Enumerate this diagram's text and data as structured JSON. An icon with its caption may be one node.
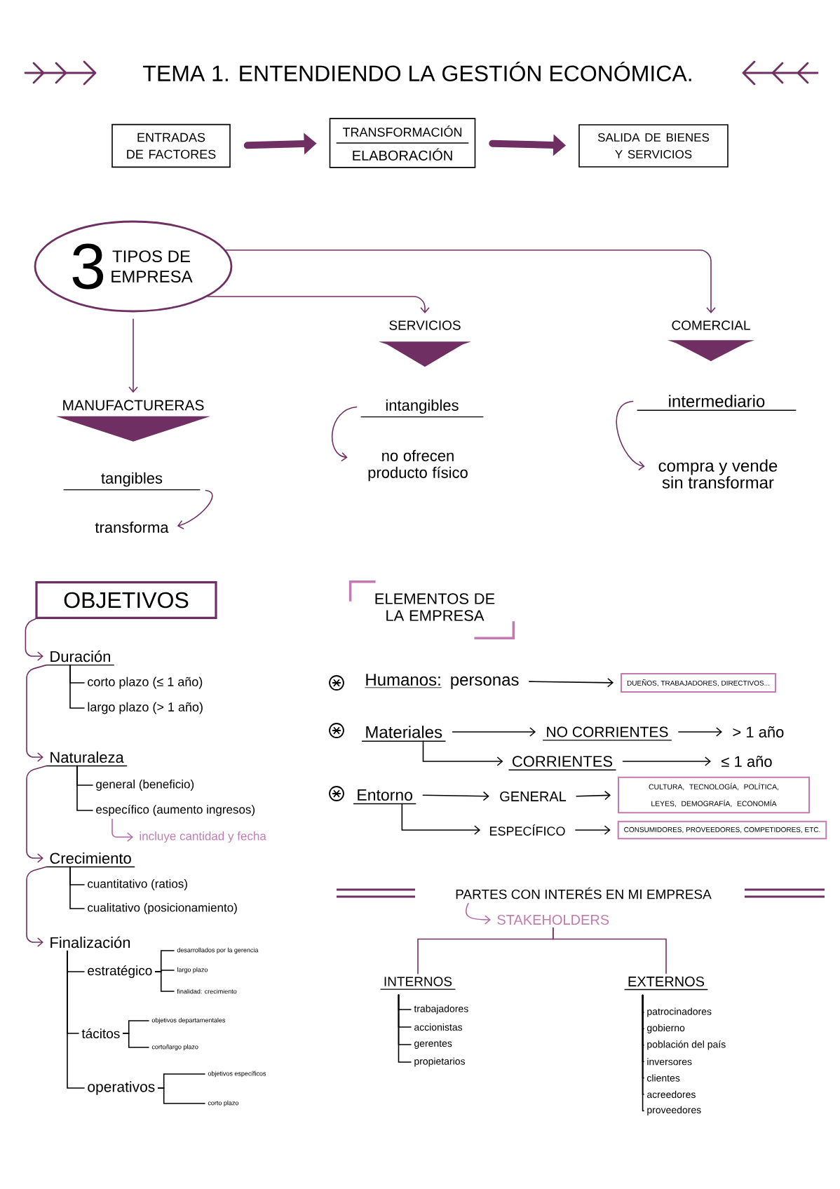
{
  "diagram": {
    "title": "TEMA 1. ENTENDIENDO LA GESTIÓN ECONÓMICA.",
    "nodes": [
      {
        "text": [
          "ENTRADAS DE FACTORES"
        ]
      },
      {
        "text": [
          "TRANSFORMACIÓN",
          "ELABORACIÓN"
        ]
      },
      {
        "text": [
          "SALIDA DE BIENES Y SERVICIOS"
        ]
      },
      {
        "text": [
          "3",
          "TIPOS DE EMPRESA"
        ]
      },
      {
        "text": [
          "MANUFACTURERAS"
        ]
      },
      {
        "text": [
          "SERVICIOS"
        ]
      },
      {
        "text": [
          "COMERCIAL"
        ]
      },
      {
        "text": [
          "tangibles"
        ]
      },
      {
        "text": [
          "transforma"
        ]
      },
      {
        "text": [
          "intangibles"
        ]
      },
      {
        "text": [
          "no ofrecen producto físico"
        ]
      },
      {
        "text": [
          "intermediario"
        ]
      },
      {
        "text": [
          "compra y vende sin transformar"
        ]
      },
      {
        "text": [
          "OBJETIVOS"
        ]
      },
      {
        "text": [
          "Duración"
        ]
      },
      {
        "text": [
          "corto plazo (≤ 1 año)"
        ]
      },
      {
        "text": [
          "largo plazo (> 1 año)"
        ]
      },
      {
        "text": [
          "Naturaleza"
        ]
      },
      {
        "text": [
          "general (beneficio)"
        ]
      },
      {
        "text": [
          "específico (aumento ingresos)"
        ]
      },
      {
        "text": [
          "incluye cantidad y fecha"
        ]
      },
      {
        "text": [
          "Crecimiento"
        ]
      },
      {
        "text": [
          "cuantitativo (ratios)"
        ]
      },
      {
        "text": [
          "cualitativo (posicionamiento)"
        ]
      },
      {
        "text": [
          "Finalización"
        ]
      },
      {
        "text": [
          "estratégico"
        ]
      },
      {
        "text": [
          "desarrollados por la gerencia"
        ]
      },
      {
        "text": [
          "largo plazo"
        ]
      },
      {
        "text": [
          "finalidad: crecimiento"
        ]
      },
      {
        "text": [
          "tácitos"
        ]
      },
      {
        "text": [
          "objetivos departamentales"
        ]
      },
      {
        "text": [
          "corto/largo plazo"
        ]
      },
      {
        "text": [
          "operativos"
        ]
      },
      {
        "text": [
          "objetivos específicos"
        ]
      },
      {
        "text": [
          "corto plazo"
        ]
      },
      {
        "text": [
          "ELEMENTOS DE LA EMPRESA"
        ]
      },
      {
        "text": [
          "Humanos:",
          "personas"
        ]
      },
      {
        "text": [
          "DUEÑOS, TRABAJADORES, DIRECTIVOS..."
        ]
      },
      {
        "text": [
          "Materiales"
        ]
      },
      {
        "text": [
          "NO CORRIENTES"
        ]
      },
      {
        "text": [
          "> 1 año"
        ]
      },
      {
        "text": [
          "CORRIENTES"
        ]
      },
      {
        "text": [
          "≤ 1 año"
        ]
      },
      {
        "text": [
          "Entorno"
        ]
      },
      {
        "text": [
          "GENERAL"
        ]
      },
      {
        "text": [
          "CULTURA, TECNOLOGÍA, POLÍTICA, LEYES, DEMOGRAFÍA, ECONOMÍA"
        ]
      },
      {
        "text": [
          "ESPECÍFICO"
        ]
      },
      {
        "text": [
          "CONSUMIDORES, PROVEEDORES, COMPETIDORES, ETC."
        ]
      },
      {
        "text": [
          "PARTES CON INTERÉS EN MI EMPRESA"
        ]
      },
      {
        "text": [
          "STAKEHOLDERS"
        ]
      },
      {
        "text": [
          "INTERNOS"
        ]
      },
      {
        "text": [
          "EXTERNOS"
        ]
      },
      {
        "text": [
          "trabajadores"
        ]
      },
      {
        "text": [
          "accionistas"
        ]
      },
      {
        "text": [
          "gerentes"
        ]
      },
      {
        "text": [
          "propietarios"
        ]
      },
      {
        "text": [
          "patrocinadores"
        ]
      },
      {
        "text": [
          "gobierno"
        ]
      },
      {
        "text": [
          "población del país"
        ]
      },
      {
        "text": [
          "inversores"
        ]
      },
      {
        "text": [
          "clientes"
        ]
      },
      {
        "text": [
          "acreedores"
        ]
      },
      {
        "text": [
          "proveedores"
        ]
      }
    ],
    "edges": [
      {
        "from": 0,
        "to": 1,
        "arrow": "to",
        "style": "thick",
        "color": "#6f2f63"
      },
      {
        "from": 1,
        "to": 2,
        "arrow": "to",
        "style": "thick",
        "color": "#6f2f63"
      },
      {
        "from": 3,
        "to": 4,
        "arrow": "to",
        "color": "#6f2f63"
      },
      {
        "from": 3,
        "to": 5,
        "arrow": "to",
        "color": "#6f2f63"
      },
      {
        "from": 3,
        "to": 6,
        "arrow": "to",
        "color": "#6f2f63"
      },
      {
        "from": 7,
        "to": 8,
        "arrow": "to",
        "color": "#6f2f63"
      },
      {
        "from": 9,
        "to": 10,
        "arrow": "to",
        "color": "#6f2f63"
      },
      {
        "from": 11,
        "to": 12,
        "arrow": "to",
        "color": "#6f2f63"
      },
      {
        "from": 13,
        "to": 14,
        "arrow": "to",
        "color": "#6f2f63"
      },
      {
        "from": 14,
        "to": 17,
        "arrow": "to",
        "color": "#6f2f63"
      },
      {
        "from": 17,
        "to": 21,
        "arrow": "to",
        "color": "#6f2f63"
      },
      {
        "from": 21,
        "to": 24,
        "arrow": "to",
        "color": "#6f2f63"
      },
      {
        "from": 14,
        "to": 15,
        "arrow": "none"
      },
      {
        "from": 14,
        "to": 16,
        "arrow": "none"
      },
      {
        "from": 17,
        "to": 18,
        "arrow": "none"
      },
      {
        "from": 17,
        "to": 19,
        "arrow": "none"
      },
      {
        "from": 19,
        "to": 20,
        "arrow": "to",
        "color": "#b566a3"
      },
      {
        "from": 21,
        "to": 22,
        "arrow": "none"
      },
      {
        "from": 21,
        "to": 23,
        "arrow": "none"
      },
      {
        "from": 24,
        "to": 25,
        "arrow": "none"
      },
      {
        "from": 24,
        "to": 29,
        "arrow": "none"
      },
      {
        "from": 24,
        "to": 32,
        "arrow": "none"
      },
      {
        "from": 25,
        "to": 26,
        "arrow": "none"
      },
      {
        "from": 25,
        "to": 27,
        "arrow": "none"
      },
      {
        "from": 25,
        "to": 28,
        "arrow": "none"
      },
      {
        "from": 29,
        "to": 30,
        "arrow": "none"
      },
      {
        "from": 29,
        "to": 31,
        "arrow": "none"
      },
      {
        "from": 32,
        "to": 33,
        "arrow": "none"
      },
      {
        "from": 32,
        "to": 34,
        "arrow": "none"
      },
      {
        "from": 36,
        "to": 37,
        "arrow": "to"
      },
      {
        "from": 38,
        "to": 39,
        "arrow": "to"
      },
      {
        "from": 39,
        "to": 40,
        "arrow": "to"
      },
      {
        "from": 38,
        "to": 41,
        "arrow": "to"
      },
      {
        "from": 41,
        "to": 42,
        "arrow": "to"
      },
      {
        "from": 43,
        "to": 44,
        "arrow": "to"
      },
      {
        "from": 44,
        "to": 45,
        "arrow": "to"
      },
      {
        "from": 43,
        "to": 46,
        "arrow": "to"
      },
      {
        "from": 46,
        "to": 47,
        "arrow": "to"
      },
      {
        "from": 48,
        "to": 49,
        "arrow": "to",
        "color": "#b566a3"
      },
      {
        "from": 49,
        "to": 50,
        "arrow": "none",
        "color": "#6f2f63"
      },
      {
        "from": 49,
        "to": 51,
        "arrow": "none",
        "color": "#6f2f63"
      },
      {
        "from": 50,
        "to": 52,
        "arrow": "none"
      },
      {
        "from": 50,
        "to": 53,
        "arrow": "none"
      },
      {
        "from": 50,
        "to": 54,
        "arrow": "none"
      },
      {
        "from": 50,
        "to": 55,
        "arrow": "none"
      },
      {
        "from": 51,
        "to": 56,
        "arrow": "none"
      },
      {
        "from": 51,
        "to": 57,
        "arrow": "none"
      },
      {
        "from": 51,
        "to": 58,
        "arrow": "none"
      },
      {
        "from": 51,
        "to": 59,
        "arrow": "none"
      },
      {
        "from": 51,
        "to": 60,
        "arrow": "none"
      },
      {
        "from": 51,
        "to": 61,
        "arrow": "none"
      },
      {
        "from": 51,
        "to": 62,
        "arrow": "none"
      }
    ]
  }
}
